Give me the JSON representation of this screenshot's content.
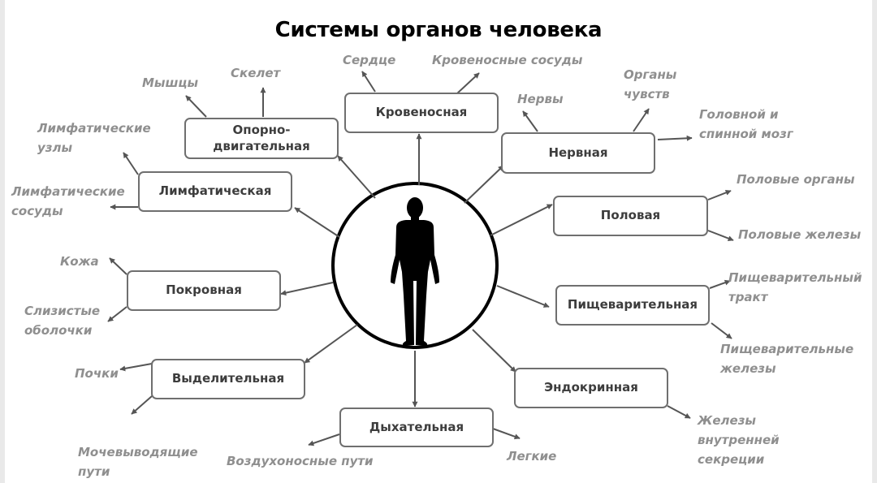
{
  "title": "Системы органов человека",
  "figure": "human-silhouette-icon",
  "colors": {
    "box_border": "#6f6f6f",
    "box_text": "#3d3d3d",
    "label_text": "#8f8f8f",
    "arrow": "#555555"
  },
  "systems": {
    "musculoskeletal": {
      "label": "Опорно-\nдвигательная",
      "items": [
        "Мышцы",
        "Скелет"
      ]
    },
    "circulatory": {
      "label": "Кровеносная",
      "items": [
        "Сердце",
        "Кровеносные сосуды"
      ]
    },
    "nervous": {
      "label": "Нервная",
      "items": [
        "Нервы",
        "Органы\nчувств",
        "Головной и\nспинной мозг"
      ]
    },
    "lymphatic": {
      "label": "Лимфатическая",
      "items": [
        "Лимфатические\nузлы",
        "Лимфатические\nсосуды"
      ]
    },
    "reproductive": {
      "label": "Половая",
      "items": [
        "Половые органы",
        "Половые железы"
      ]
    },
    "integumentary": {
      "label": "Покровная",
      "items": [
        "Кожа",
        "Слизистые\nоболочки"
      ]
    },
    "digestive": {
      "label": "Пищеварительная",
      "items": [
        "Пищеварительный\nтракт",
        "Пищеварительные\nжелезы"
      ]
    },
    "excretory": {
      "label": "Выделительная",
      "items": [
        "Почки",
        "Мочевыводящие\nпути"
      ]
    },
    "endocrine": {
      "label": "Эндокринная",
      "items": [
        "Железы\nвнутренней\nсекреции"
      ]
    },
    "respiratory": {
      "label": "Дыхательная",
      "items": [
        "Воздухоносные пути",
        "Легкие"
      ]
    }
  }
}
